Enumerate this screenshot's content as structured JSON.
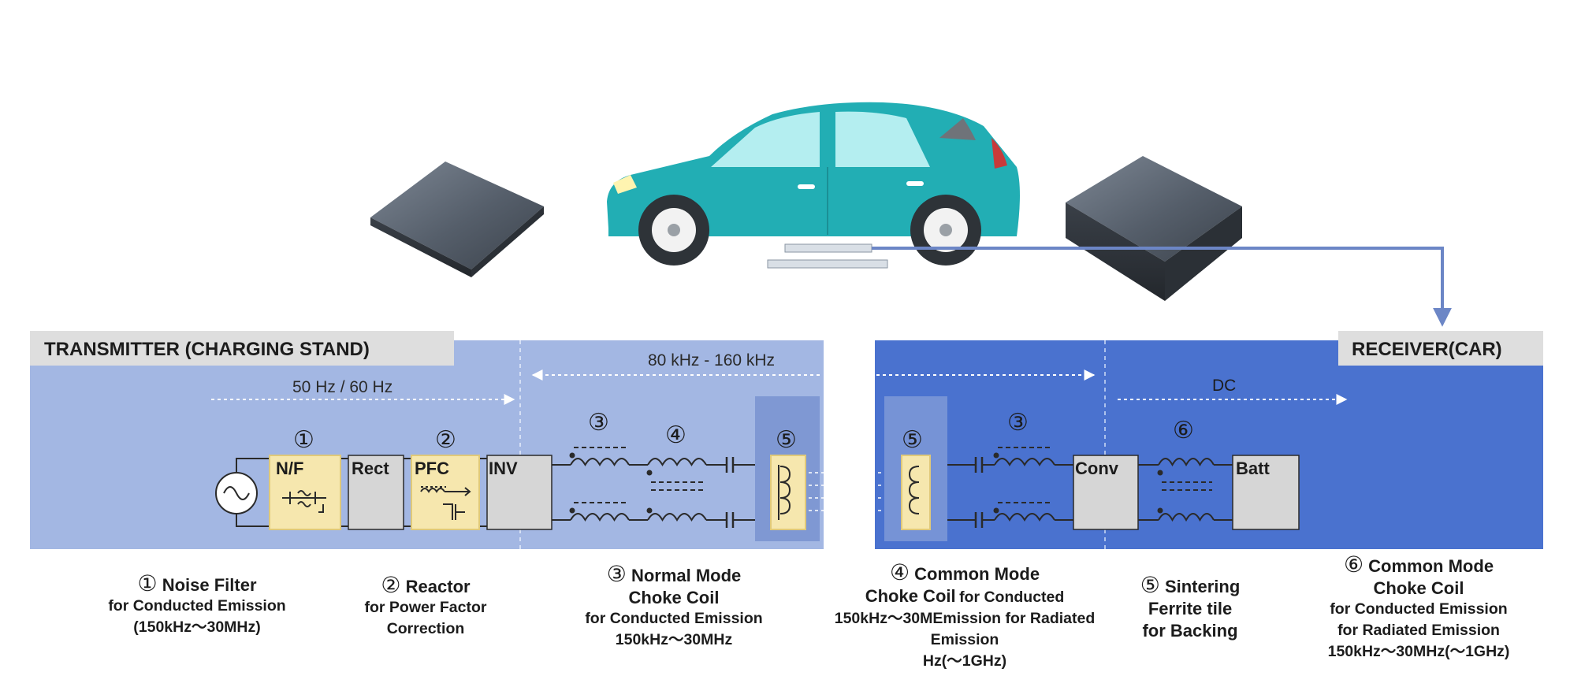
{
  "panels": {
    "transmitter_title": "TRANSMITTER (CHARGING STAND)",
    "receiver_title": "RECEIVER(CAR)"
  },
  "frequencies": {
    "mains": "50 Hz / 60 Hz",
    "wireless": "80 kHz - 160 kHz",
    "dc": "DC"
  },
  "markers": {
    "m1": "①",
    "m2": "②",
    "m3": "③",
    "m4": "④",
    "m5": "⑤",
    "m6": "⑥"
  },
  "blocks": {
    "nf": "N/F",
    "rect": "Rect",
    "pfc": "PFC",
    "inv": "INV",
    "conv": "Conv",
    "batt": "Batt"
  },
  "captions": {
    "c1": {
      "num": "①",
      "title": "Noise Filter",
      "lines": [
        "for Conducted Emission",
        "(150kHz～30MHz)"
      ]
    },
    "c2": {
      "num": "②",
      "title": "Reactor",
      "lines": [
        "for Power Factor",
        "Correction"
      ]
    },
    "c3": {
      "num": "③",
      "title": "Normal Mode",
      "title2": "Choke Coil",
      "lines": [
        "for Conducted Emission",
        "150kHz～30MHz"
      ]
    },
    "c4": {
      "num": "④",
      "title": "Common Mode",
      "title2": "Choke Coil",
      "title2_suffix": "for Conducted",
      "lines": [
        "150kHz～30MEmission for Radiated",
        "Emission",
        "Hz(～1GHz)"
      ]
    },
    "c5": {
      "num": "⑤",
      "title": "Sintering",
      "title2": "Ferrite tile",
      "title3": "for Backing"
    },
    "c6": {
      "num": "⑥",
      "title": "Common Mode",
      "title2": "Choke Coil",
      "lines": [
        "for Conducted Emission",
        "for Radiated Emission",
        "150kHz～30MHz(～1GHz)"
      ]
    }
  },
  "colors": {
    "transmitter_panel": "#a3b7e3",
    "receiver_panel": "#4a72cf",
    "title_tab": "#dedede",
    "yellow_block": "#f6e7ae",
    "gray_block": "#d6d6d6",
    "car_body": "#22aeb4",
    "connector_line": "#6c86c6"
  }
}
